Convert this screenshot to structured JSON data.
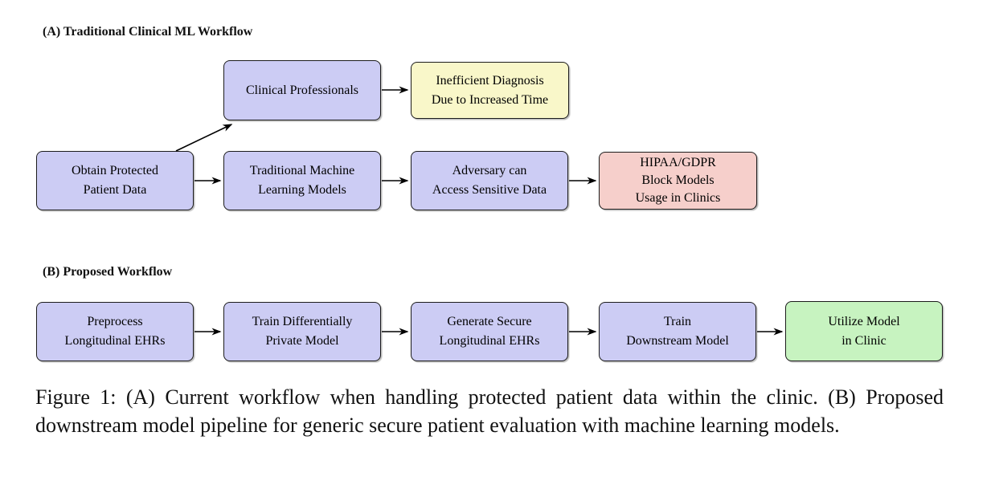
{
  "colors": {
    "node_fill": "#ccccf4",
    "warning_fill": "#f9f7c9",
    "danger_fill": "#f6cfcb",
    "success_fill": "#c7f3c0",
    "border": "#1c1c1c",
    "arrow": "#000000"
  },
  "sections": {
    "a": {
      "label": "(A) Traditional Clinical ML Workflow",
      "boxes": {
        "obtain_patient_data": {
          "lines": [
            "Obtain Protected",
            "Patient Data"
          ]
        },
        "clinical_professionals": {
          "lines": [
            "Clinical Professionals"
          ]
        },
        "inefficient_diagnosis": {
          "lines": [
            "Inefficient Diagnosis",
            "Due to Increased Time"
          ]
        },
        "traditional_ml_models": {
          "lines": [
            "Traditional Machine",
            "Learning Models"
          ]
        },
        "adversary_access": {
          "lines": [
            "Adversary can",
            "Access Sensitive Data"
          ]
        },
        "hipaa_gdpr_block": {
          "lines": [
            "HIPAA/GDPR",
            "Block Models",
            "Usage in Clinics"
          ]
        }
      }
    },
    "b": {
      "label": "(B) Proposed Workflow",
      "boxes": {
        "preprocess_ehrs": {
          "lines": [
            "Preprocess",
            "Longitudinal EHRs"
          ]
        },
        "train_dp_model": {
          "lines": [
            "Train Differentially",
            "Private Model"
          ]
        },
        "generate_secure_ehrs": {
          "lines": [
            "Generate Secure",
            "Longitudinal EHRs"
          ]
        },
        "train_downstream_model": {
          "lines": [
            "Train",
            "Downstream Model"
          ]
        },
        "utilize_model": {
          "lines": [
            "Utilize Model",
            "in Clinic"
          ]
        }
      }
    }
  },
  "caption": {
    "text": "Figure 1: (A) Current workflow when handling protected patient data within the clinic. (B) Proposed downstream model pipeline for generic secure patient evaluation with machine learning models."
  }
}
